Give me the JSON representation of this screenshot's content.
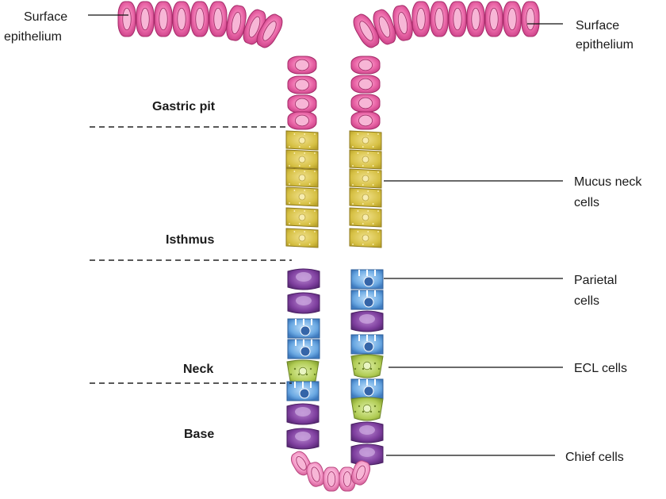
{
  "labels": {
    "surface_left_1": "Surface",
    "surface_left_2": "epithelium",
    "surface_right_1": "Surface",
    "surface_right_2": "epithelium",
    "mucus_1": "Mucus neck",
    "mucus_2": "cells",
    "parietal_1": "Parietal",
    "parietal_2": "cells",
    "ecl": "ECL cells",
    "chief": "Chief cells"
  },
  "zones": {
    "gastric_pit": "Gastric pit",
    "isthmus": "Isthmus",
    "neck": "Neck",
    "base": "Base"
  },
  "cell_colors": {
    "surface": "#e45a9e",
    "mucus_neck": "#d2bd3c",
    "parietal": "#5b9bd8",
    "ecl": "#a9c64a",
    "chief": "#7b3f9a",
    "base_pink": "#f08cc0"
  },
  "cell_types": {
    "left_column_top_to_bottom": [
      "surface",
      "surface",
      "surface",
      "surface",
      "mucus_neck",
      "mucus_neck",
      "mucus_neck",
      "mucus_neck",
      "mucus_neck",
      "mucus_neck",
      "chief",
      "chief",
      "parietal",
      "parietal",
      "ecl",
      "parietal",
      "chief",
      "chief"
    ],
    "right_column_top_to_bottom": [
      "surface",
      "surface",
      "surface",
      "surface",
      "mucus_neck",
      "mucus_neck",
      "mucus_neck",
      "mucus_neck",
      "mucus_neck",
      "mucus_neck",
      "parietal",
      "parietal",
      "chief",
      "parietal",
      "ecl",
      "parietal",
      "ecl",
      "chief",
      "chief"
    ]
  }
}
